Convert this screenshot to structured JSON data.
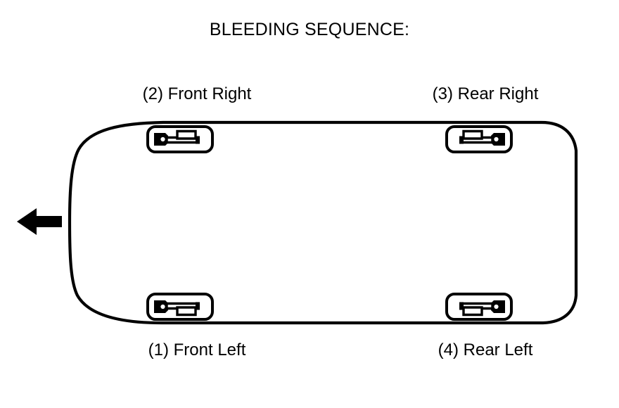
{
  "diagram": {
    "title": "BLEEDING SEQUENCE:",
    "subject": "vehicle-brake-bleeding-order",
    "view": "top-down vehicle outline",
    "line_color": "#000000",
    "background_color": "#ffffff"
  },
  "direction_indicator": {
    "icon": "left-arrow-icon",
    "meaning": "front of vehicle",
    "points": "left"
  },
  "vehicle": {
    "outline_shape": "rounded-rectangle"
  },
  "sequence": [
    {
      "order": "1",
      "position": "front-left",
      "label": "(1) Front Left",
      "corner": "bottom-left",
      "icon": "brake-caliper-icon"
    },
    {
      "order": "2",
      "position": "front-right",
      "label": "(2) Front Right",
      "corner": "top-left",
      "icon": "brake-caliper-icon"
    },
    {
      "order": "3",
      "position": "rear-right",
      "label": "(3) Rear Right",
      "corner": "top-right",
      "icon": "brake-caliper-icon"
    },
    {
      "order": "4",
      "position": "rear-left",
      "label": "(4) Rear Left",
      "corner": "bottom-right",
      "icon": "brake-caliper-icon"
    }
  ]
}
